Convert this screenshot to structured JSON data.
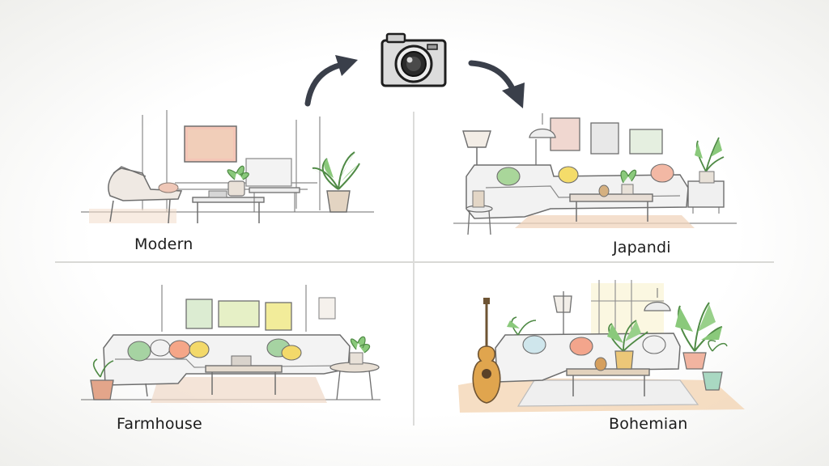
{
  "styles": [
    {
      "name": "Modern"
    },
    {
      "name": "Japandi"
    },
    {
      "name": "Farmhouse"
    },
    {
      "name": "Bohemian"
    }
  ],
  "icons": {
    "center": "camera-icon",
    "left_arrow": "curved-arrow-up-icon",
    "right_arrow": "curved-arrow-down-icon"
  },
  "colors": {
    "sketch_line": "#6e6e6e",
    "plant_green": "#7bbf6a",
    "cushion_green": "#8fcf8a",
    "cushion_yellow": "#f1d45a",
    "cushion_orange": "#f2a07e",
    "wood_warm": "#d8a878",
    "rug_warm": "#f0d2b8"
  }
}
